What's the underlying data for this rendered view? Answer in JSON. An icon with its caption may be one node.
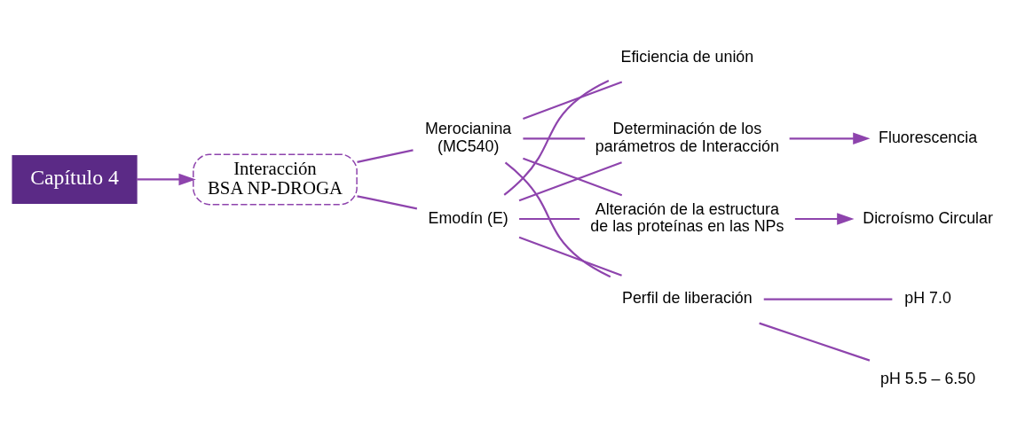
{
  "diagram": {
    "nodes": [
      {
        "text": [
          "Capítulo 4"
        ]
      },
      {
        "text": [
          "Interacción BSA NP-DROGA"
        ]
      },
      {
        "text": [
          "Merocianina (MC540)"
        ]
      },
      {
        "text": [
          "Emodín (E)"
        ]
      },
      {
        "text": [
          "Determinación de los parámetros de Interacción"
        ]
      },
      {
        "text": [
          "Fluorescencia"
        ]
      },
      {
        "text": [
          "Alteración de la estructura de las proteínas en las NPs"
        ]
      },
      {
        "text": [
          "Dicroísmo Circular"
        ]
      },
      {
        "text": [
          "Eficiencia de unión"
        ]
      },
      {
        "text": [
          "Perfil de liberación"
        ]
      },
      {
        "text": [
          "pH 7.0"
        ]
      },
      {
        "text": [
          "pH 5.5 – 6.50"
        ]
      }
    ],
    "edges": [
      {
        "from": 0,
        "to": 1,
        "arrow": "to"
      },
      {
        "from": 1,
        "to": 2,
        "arrow": "none"
      },
      {
        "from": 1,
        "to": 3,
        "arrow": "none"
      },
      {
        "from": 2,
        "to": 4,
        "arrow": "none"
      },
      {
        "from": 2,
        "to": 6,
        "arrow": "none"
      },
      {
        "from": 2,
        "to": 8,
        "arrow": "none"
      },
      {
        "from": 2,
        "to": 9,
        "arrow": "none"
      },
      {
        "from": 3,
        "to": 4,
        "arrow": "none"
      },
      {
        "from": 3,
        "to": 6,
        "arrow": "none"
      },
      {
        "from": 3,
        "to": 8,
        "arrow": "none"
      },
      {
        "from": 3,
        "to": 9,
        "arrow": "none"
      },
      {
        "from": 4,
        "to": 5,
        "arrow": "to"
      },
      {
        "from": 6,
        "to": 7,
        "arrow": "to"
      },
      {
        "from": 9,
        "to": 10,
        "arrow": "none"
      },
      {
        "from": 9,
        "to": 11,
        "arrow": "none"
      }
    ]
  }
}
